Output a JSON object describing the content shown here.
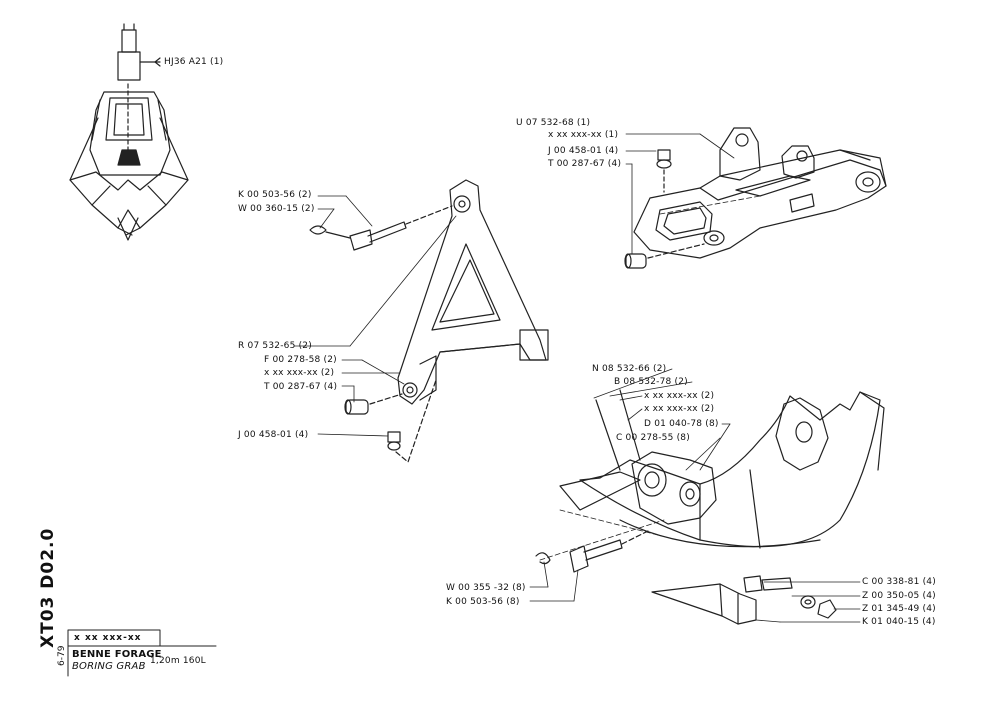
{
  "callouts": [
    "HJ36  A21 (1)",
    "U 07 532-68 (1)",
    "x xx xxx-xx (1)",
    "J 00 458-01 (4)",
    "T 00 287-67 (4)",
    "K 00 503-56 (2)",
    "W 00 360-15 (2)",
    "R 07 532-65 (2)",
    "F 00 278-58 (2)",
    "x xx xxx-xx (2)",
    "T 00 287-67 (4)",
    "J 00 458-01 (4)",
    "N 08 532-66 (2)",
    "B 08 532-78 (2)",
    "x xx xxx-xx (2)",
    "x xx xxx-xx (2)",
    "D 01 040-78 (8)",
    "C 00 278-55 (8)",
    "W 00 355 -32 (8)",
    "K 00 503-56 (8)",
    "C 00 338-81 (4)",
    "Z 00 350-05 (4)",
    "Z 01 345-49 (4)",
    "K 01 040-15 (4)"
  ],
  "title_block": {
    "sheet_code": "XT03 D02.0",
    "revision": "6-79",
    "part_number": "x  xx   xxx-xx",
    "name_fr": "BENNE FORAGE",
    "name_en": "BORING GRAB",
    "spec": "1,20m  160L"
  }
}
